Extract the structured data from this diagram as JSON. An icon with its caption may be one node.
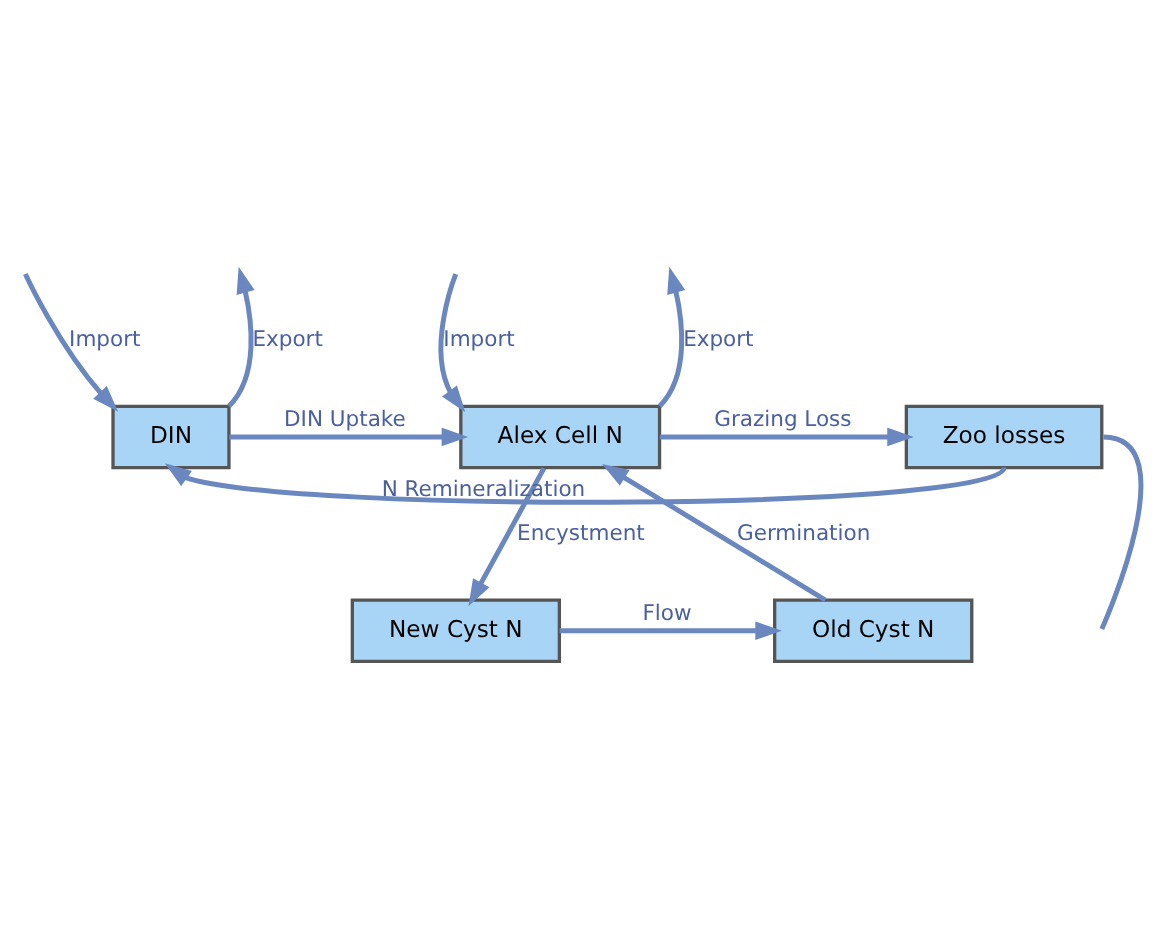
{
  "diagram": {
    "nodes": [
      {
        "text": [
          "DIN"
        ]
      },
      {
        "text": [
          "Alex Cell N"
        ]
      },
      {
        "text": [
          "Zoo losses"
        ]
      },
      {
        "text": [
          "New Cyst N"
        ]
      },
      {
        "text": [
          "Old Cyst N"
        ]
      }
    ],
    "edges": [
      {
        "from": null,
        "to": 0,
        "arrow": "to",
        "label": "Import"
      },
      {
        "from": 0,
        "to": null,
        "arrow": "to",
        "label": "Export"
      },
      {
        "from": null,
        "to": 1,
        "arrow": "to",
        "label": "Import"
      },
      {
        "from": 1,
        "to": null,
        "arrow": "to",
        "label": "Export"
      },
      {
        "from": 0,
        "to": 1,
        "arrow": "to",
        "label": "DIN Uptake"
      },
      {
        "from": 1,
        "to": 2,
        "arrow": "to",
        "label": "Grazing Loss"
      },
      {
        "from": 2,
        "to": null,
        "arrow": "none"
      },
      {
        "from": 2,
        "to": 0,
        "arrow": "to",
        "label": "N Remineralization"
      },
      {
        "from": 1,
        "to": 3,
        "arrow": "to",
        "label": "Encystment"
      },
      {
        "from": 4,
        "to": 1,
        "arrow": "to",
        "label": "Germination"
      },
      {
        "from": 3,
        "to": 4,
        "arrow": "to",
        "label": "Flow"
      }
    ]
  }
}
